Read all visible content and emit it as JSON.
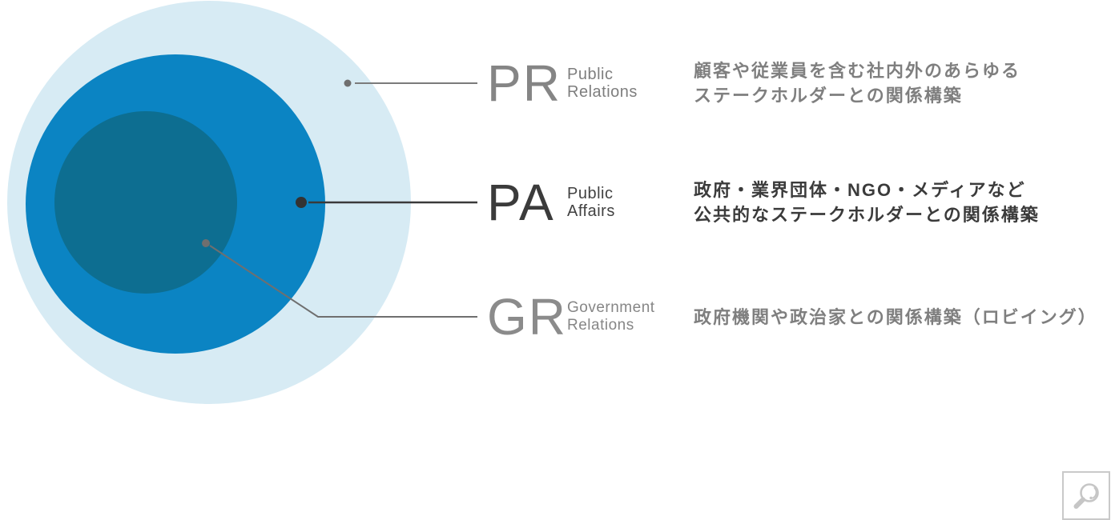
{
  "diagram": {
    "type": "nested-circles",
    "circles": [
      {
        "id": "pr",
        "label": "PR",
        "color": "#d7ebf4"
      },
      {
        "id": "pa",
        "label": "PA",
        "color": "#0b84c3"
      },
      {
        "id": "gr",
        "label": "GR",
        "color": "#0d6e91"
      }
    ],
    "connectors": [
      {
        "for": "pr",
        "line_color": "#7b7b7b",
        "dot_color": "#6f6f6f"
      },
      {
        "for": "pa",
        "line_color": "#3a3a3a",
        "dot_color": "#333333"
      },
      {
        "for": "gr",
        "line_color": "#6f6f6f",
        "dot_color": "#6f6f6f"
      }
    ]
  },
  "legend": {
    "rows": [
      {
        "acronym": "PR",
        "sublabel_line1": "Public",
        "sublabel_line2": "Relations",
        "desc_line1": "顧客や従業員を含む社内外のあらゆる",
        "desc_line2": "ステークホルダーとの関係構築",
        "text_color": "#858585"
      },
      {
        "acronym": "PA",
        "sublabel_line1": "Public",
        "sublabel_line2": "Affairs",
        "desc_line1": "政府・業界団体・NGO・メディアなど",
        "desc_line2": "公共的なステークホルダーとの関係構築",
        "text_color": "#3b3b3b"
      },
      {
        "acronym": "GR",
        "sublabel_line1": "Government",
        "sublabel_line2": "Relations",
        "desc_line1": "政府機関や政治家との関係構築（ロビイング）",
        "text_color": "#8b8b8b"
      }
    ]
  },
  "toolbar": {
    "zoom_button": {
      "icon": "magnifier-icon",
      "border_color": "#c9c9c9",
      "icon_color": "#c6c6c6"
    }
  }
}
